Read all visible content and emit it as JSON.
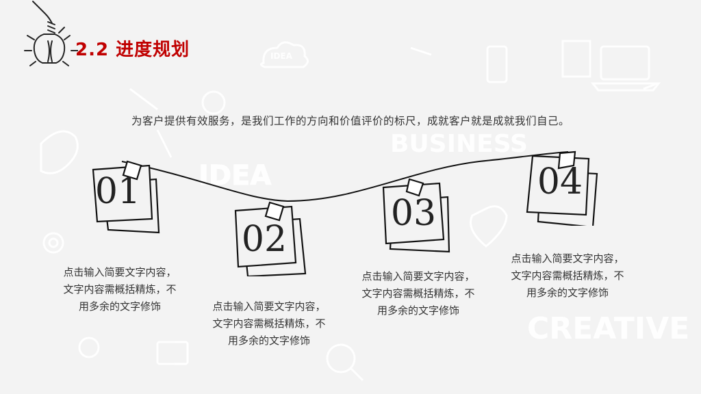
{
  "header": {
    "title": "2.2 进度规划"
  },
  "intro": {
    "text": "为客户提供有效服务，是我们工作的方向和价值评价的标尺，成就客户就是成就我们自己。"
  },
  "background": {
    "words": [
      "IDEA",
      "BUSINESS",
      "IDEA",
      "CREATIVE"
    ]
  },
  "steps": [
    {
      "number": "01",
      "description": "点击输入简要文字内容，文字内容需概括精炼，不用多余的文字修饰"
    },
    {
      "number": "02",
      "description": "点击输入简要文字内容，文字内容需概括精炼，不用多余的文字修饰"
    },
    {
      "number": "03",
      "description": "点击输入简要文字内容，文字内容需概括精炼，不用多余的文字修饰"
    },
    {
      "number": "04",
      "description": "点击输入简要文字内容，文字内容需概括精炼，不用多余的文字修饰"
    }
  ],
  "colors": {
    "accent": "#c00000",
    "text": "#333333",
    "background": "#f3f3f3"
  }
}
